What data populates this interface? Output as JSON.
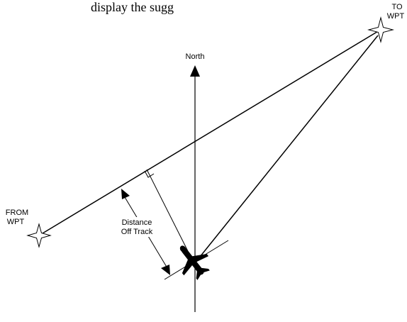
{
  "caption_fragment": "display the sugg",
  "labels": {
    "north": "North",
    "to_wpt_line1": "TO",
    "to_wpt_line2": "WPT",
    "from_wpt_line1": "FROM",
    "from_wpt_line2": "WPT",
    "distance_line1": "Distance",
    "distance_line2": "Off Track"
  },
  "icons": {
    "from_waypoint": "four-point-star-icon",
    "to_waypoint": "four-point-star-icon",
    "aircraft": "airplane-icon",
    "north_arrow": "arrow-up-icon"
  },
  "colors": {
    "line": "#000000",
    "background": "#ffffff"
  }
}
